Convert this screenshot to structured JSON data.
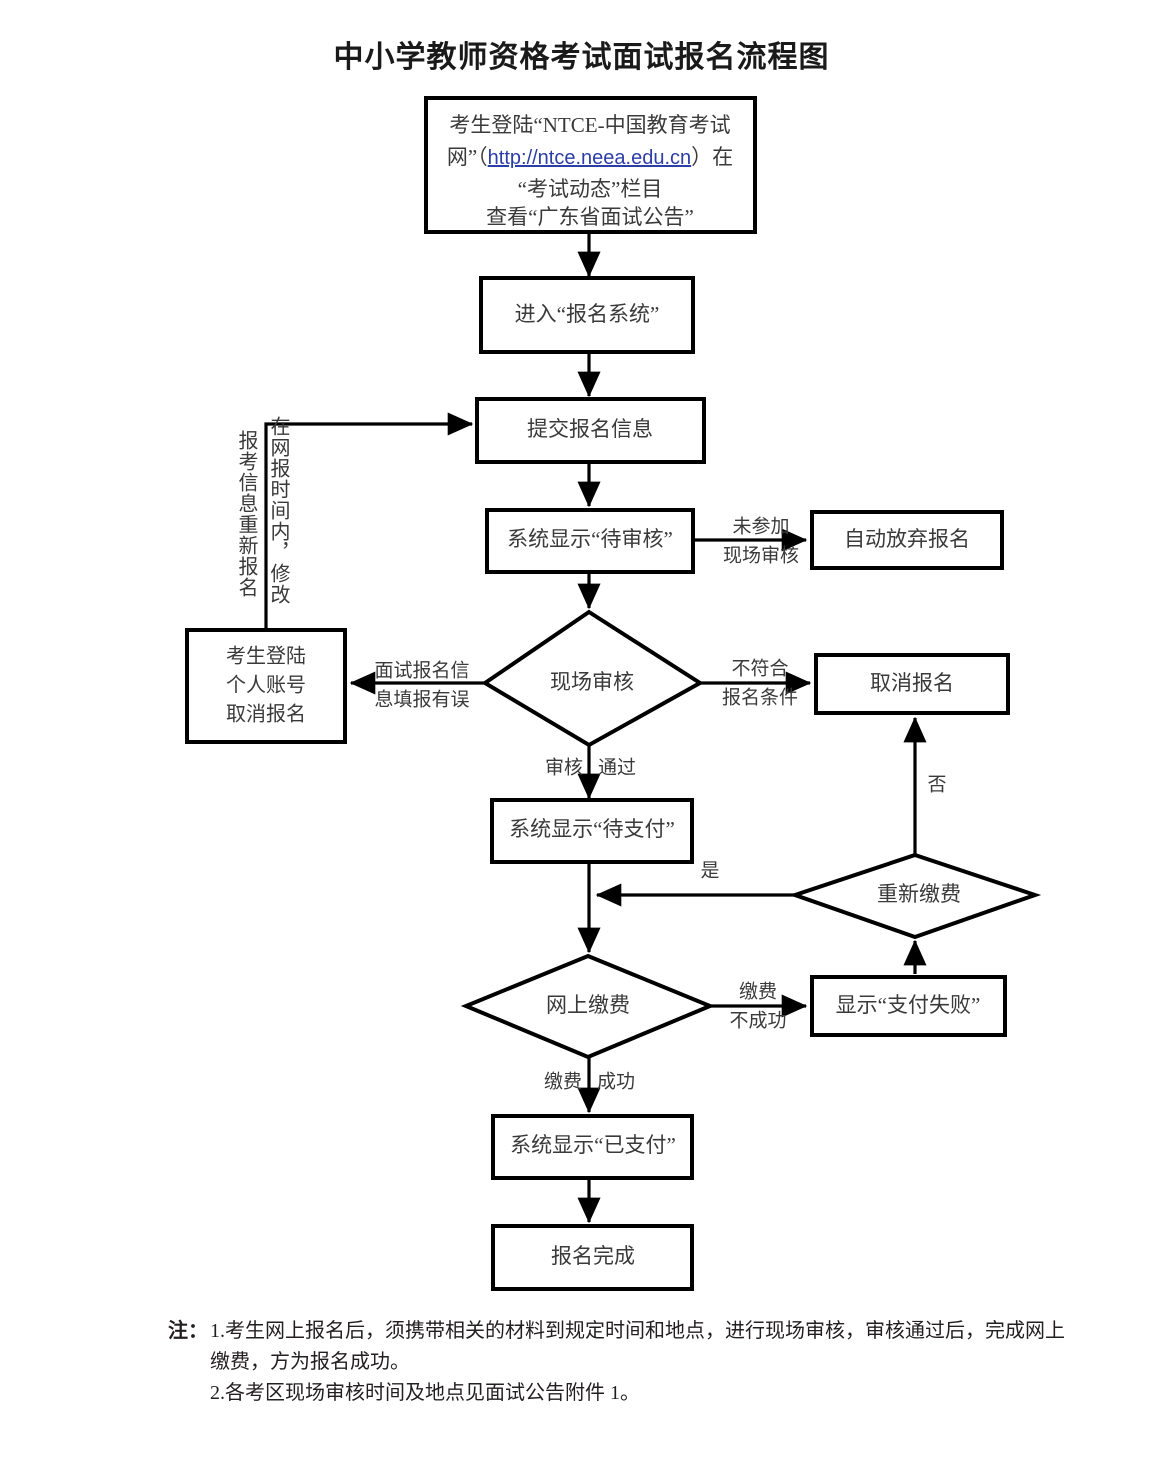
{
  "title": "中小学教师资格考试面试报名流程图",
  "nodes": {
    "login": {
      "line1": "考生登陆“NTCE-中国教育考试",
      "line2_pre": "网”（",
      "line2_link": "http://ntce.neea.edu.cn",
      "line2_post": "）在",
      "line3": "“考试动态”栏目",
      "line4": "查看“广东省面试公告”"
    },
    "enter_system": "进入“报名系统”",
    "submit_info": "提交报名信息",
    "pending_review": "系统显示“待审核”",
    "auto_abandon": "自动放弃报名",
    "onsite_review": "现场审核",
    "cancel_registration": "取消报名",
    "candidate_cancel": {
      "line1": "考生登陆",
      "line2": "个人账号",
      "line3": "取消报名"
    },
    "pending_payment": "系统显示“待支付”",
    "repay": "重新缴费",
    "online_payment": "网上缴费",
    "payment_failed": "显示“支付失败”",
    "paid": "系统显示“已支付”",
    "done": "报名完成"
  },
  "edge_labels": {
    "not_attend_onsite_1": "未参加",
    "not_attend_onsite_2": "现场审核",
    "info_error_1": "面试报名信",
    "info_error_2": "息填报有误",
    "not_qualified_1": "不符合",
    "not_qualified_2": "报名条件",
    "review_passed_a": "审核",
    "review_passed_b": "通过",
    "yes": "是",
    "no": "否",
    "pay_fail_1": "缴费",
    "pay_fail_2": "不成功",
    "pay_ok_a": "缴费",
    "pay_ok_b": "成功"
  },
  "vertical_labels": {
    "left": "报考信息重新报名",
    "right": "在网报时间内，修改"
  },
  "notes": {
    "label": "注：",
    "item1_num": "1.",
    "item1_text": "考生网上报名后，须携带相关的材料到规定时间和地点，进行现场审核，审核通过后，完成网上缴费，方为报名成功。",
    "item2": "2.各考区现场审核时间及地点见面试公告附件 1。"
  },
  "colors": {
    "line": "#000000",
    "text": "#3a3a3a",
    "link": "#2b3ea8",
    "background": "#ffffff"
  }
}
